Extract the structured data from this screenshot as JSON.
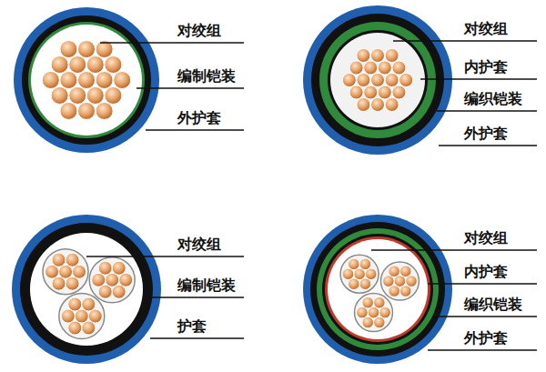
{
  "diagram": {
    "labels": [
      "对绞组",
      "编制铠装",
      "外护套",
      "对绞组",
      "内护套",
      "编织铠装",
      "外护套",
      "对绞组",
      "编制铠装",
      "护套",
      "对绞组",
      "内护套",
      "编织铠装",
      "外护套"
    ]
  }
}
